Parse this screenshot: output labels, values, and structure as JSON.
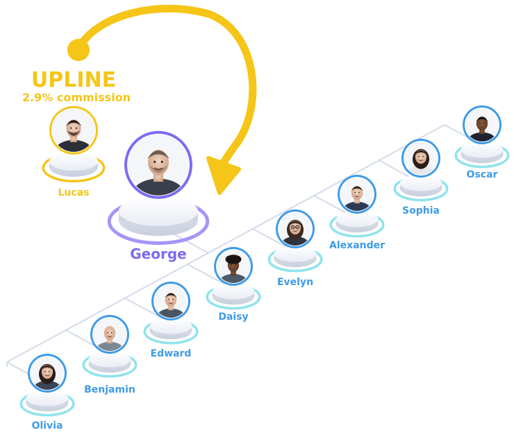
{
  "upline": {
    "title": "UPLINE",
    "subtitle": "2.9% commission"
  },
  "colors": {
    "upline": "#F5C518",
    "focus": "#7B6CF2",
    "member": "#3E9BE8",
    "member_ring": "#8FE3EC",
    "connector": "#D3DAEA"
  },
  "people": {
    "lucas": {
      "name": "Lucas"
    },
    "george": {
      "name": "George"
    },
    "olivia": {
      "name": "Olivia"
    },
    "benjamin": {
      "name": "Benjamin"
    },
    "edward": {
      "name": "Edward"
    },
    "daisy": {
      "name": "Daisy"
    },
    "evelyn": {
      "name": "Evelyn"
    },
    "alexander": {
      "name": "Alexander"
    },
    "sophia": {
      "name": "Sophia"
    },
    "oscar": {
      "name": "Oscar"
    }
  }
}
